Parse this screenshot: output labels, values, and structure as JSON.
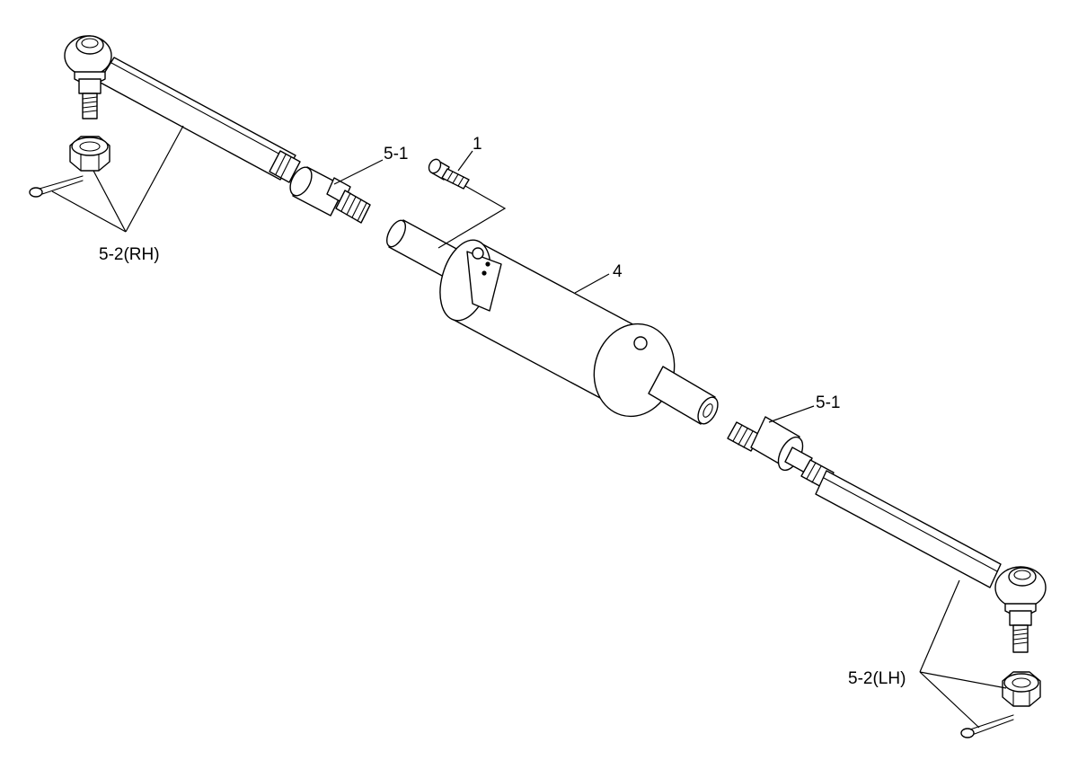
{
  "callouts": {
    "bolt": "1",
    "cylinder": "4",
    "rod_end_upper": "5-1",
    "rod_end_lower": "5-1",
    "tie_rod_rh": "5-2(RH)",
    "tie_rod_lh": "5-2(LH)"
  }
}
